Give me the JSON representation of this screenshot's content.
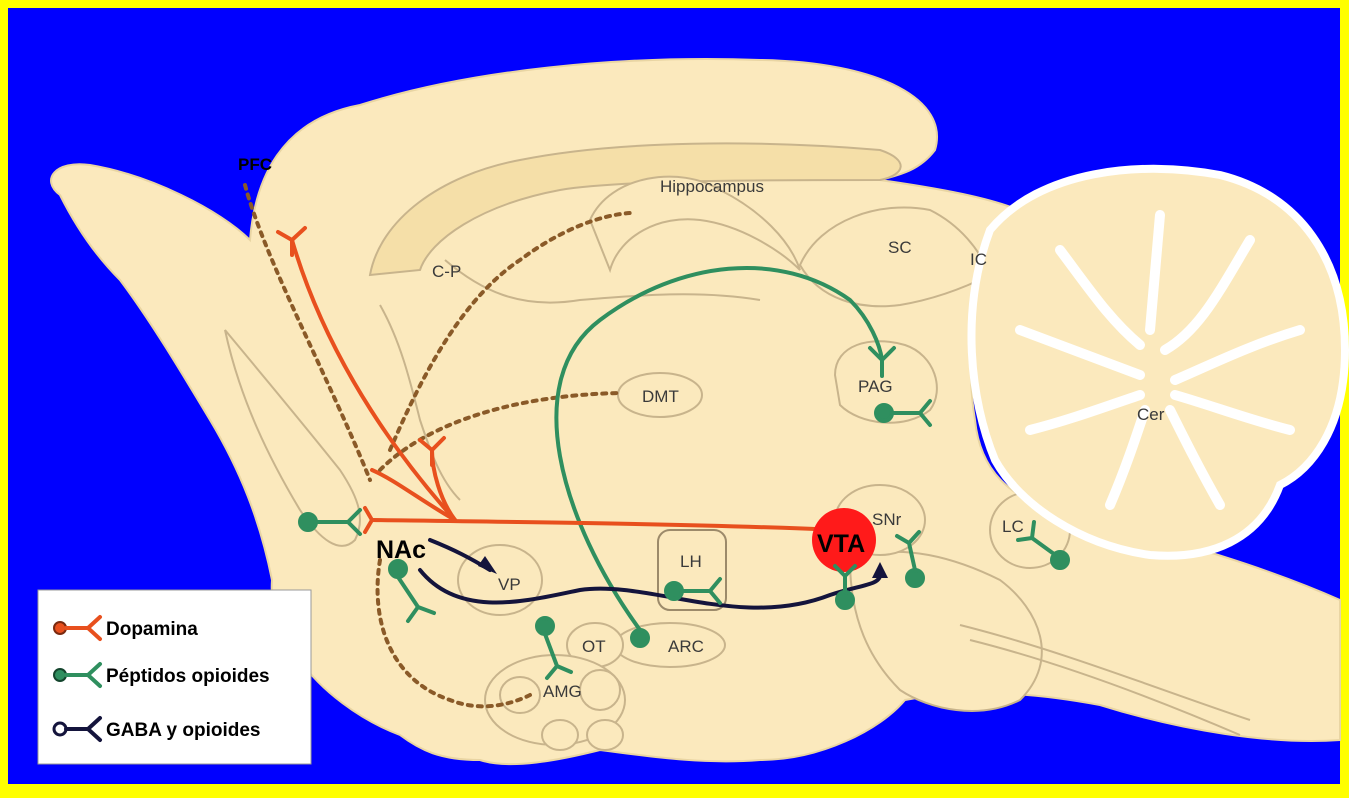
{
  "colors": {
    "border": "#ffff00",
    "background": "#0000ff",
    "brain": "#fbe9bd",
    "outline": "#c8b48c",
    "dopamine": "#e8501e",
    "opioid": "#2f8f5f",
    "gaba": "#14143c",
    "dotted": "#8a5a28",
    "vta_spot": "#ff1a1a"
  },
  "regions": {
    "pfc": "PFC",
    "hippocampus": "Hippocampus",
    "cp": "C-P",
    "sc": "SC",
    "ic": "IC",
    "dmt": "DMT",
    "pag": "PAG",
    "cer": "Cer",
    "snr": "SNr",
    "lc": "LC",
    "nac": "NAc",
    "vta": "VTA",
    "vp": "VP",
    "lh": "LH",
    "ot": "OT",
    "arc": "ARC",
    "amg": "AMG"
  },
  "legend": {
    "items": [
      {
        "label": "Dopamina",
        "icon": "dopamine-neuron-icon",
        "color": "#e8501e"
      },
      {
        "label": "Péptidos opioides",
        "icon": "opioid-neuron-icon",
        "color": "#2f8f5f"
      },
      {
        "label": "GABA y opioides",
        "icon": "gaba-neuron-icon",
        "color": "#14143c"
      }
    ]
  }
}
